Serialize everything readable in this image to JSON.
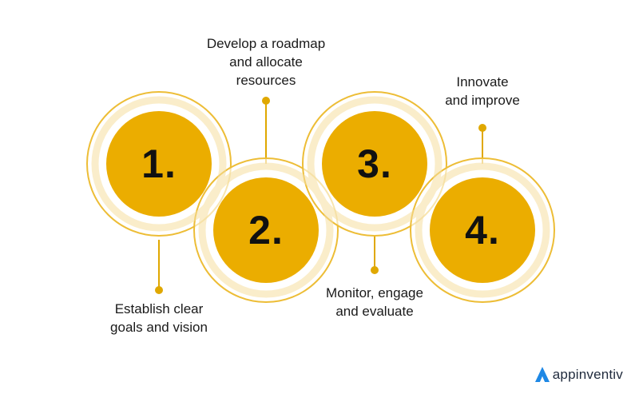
{
  "colors": {
    "circle_fill": "#EBAD00",
    "ring_stroke": "#EDBD36",
    "connector": "#E0A800",
    "brand_icon": "#1E88E5"
  },
  "steps": [
    {
      "number": "1.",
      "label": "Establish clear\ngoals and vision"
    },
    {
      "number": "2.",
      "label": "Develop a roadmap\nand allocate\nresources"
    },
    {
      "number": "3.",
      "label": "Monitor, engage\nand evaluate"
    },
    {
      "number": "4.",
      "label": "Innovate\nand improve"
    }
  ],
  "brand": {
    "name": "appinventiv",
    "icon": "appinventiv-logo-icon"
  }
}
